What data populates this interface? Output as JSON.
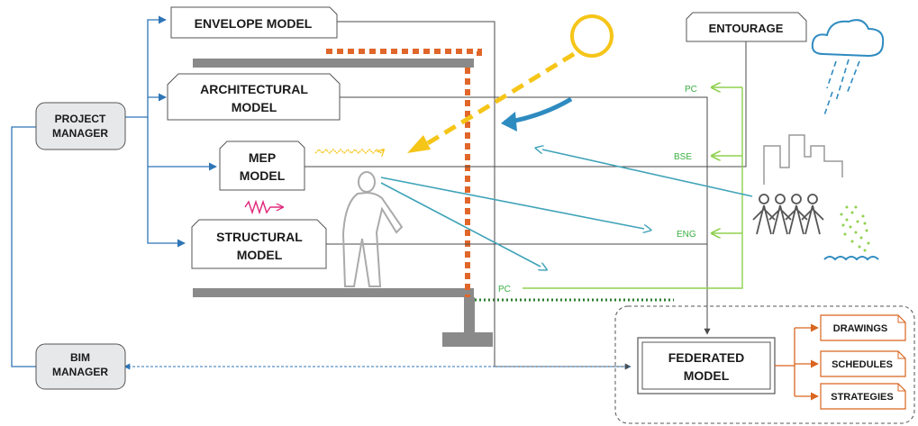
{
  "nodes": {
    "project_manager": [
      "PROJECT",
      "MANAGER"
    ],
    "bim_manager": [
      "BIM",
      "MANAGER"
    ],
    "envelope_model": "ENVELOPE MODEL",
    "architectural_model": [
      "ARCHITECTURAL",
      "MODEL"
    ],
    "mep_model": [
      "MEP",
      "MODEL"
    ],
    "structural_model": [
      "STRUCTURAL",
      "MODEL"
    ],
    "entourage": "ENTOURAGE",
    "federated_model": [
      "FEDERATED",
      "MODEL"
    ]
  },
  "outputs": {
    "drawings": "DRAWINGS",
    "schedules": "SCHEDULES",
    "strategies": "STRATEGIES"
  },
  "labels": {
    "pc_top": "PC",
    "bse": "BSE",
    "eng": "ENG",
    "pc_bottom": "PC"
  },
  "colors": {
    "box_fill": "#e6e8ea",
    "line_dark": "#4a4a4a",
    "line_blue": "#2e75b6",
    "teal_arrow": "#3fa3b8",
    "envelope_orange": "#e0662a",
    "output_orange": "#d9651f",
    "sun_yellow": "#f5c518",
    "entourage_green": "#8fd14f",
    "label_green": "#3cb043",
    "structure_gray": "#8a8a8a",
    "rain_blue": "#2e8bc0",
    "heat_pink": "#e0287a",
    "ground_green": "#2e7d32"
  }
}
